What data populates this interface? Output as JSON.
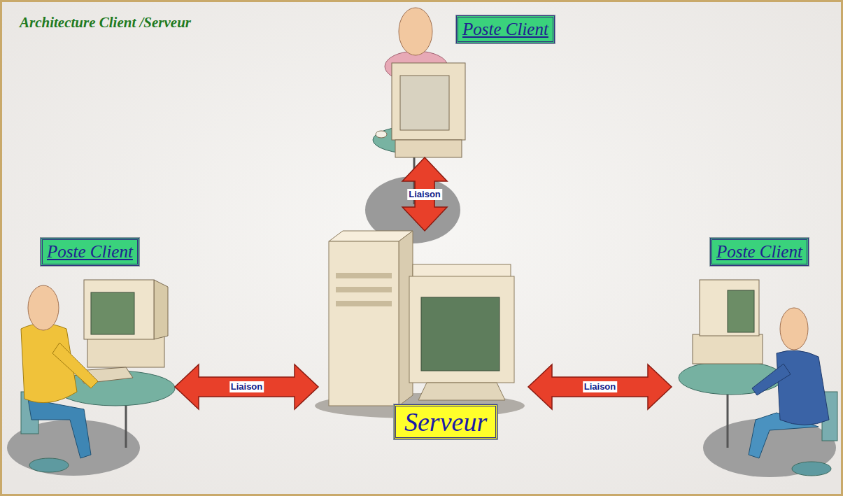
{
  "diagram": {
    "title": "Architecture Client /Serveur",
    "nodes": [
      {
        "text": [
          "Poste Client"
        ]
      },
      {
        "text": [
          "Poste Client"
        ]
      },
      {
        "text": [
          "Poste Client"
        ]
      },
      {
        "text": [
          "Serveur"
        ]
      }
    ],
    "edges": [
      {
        "from": 0,
        "to": 3,
        "label": "Liaison",
        "arrow": "both"
      },
      {
        "from": 1,
        "to": 3,
        "label": "Liaison",
        "arrow": "both"
      },
      {
        "from": 2,
        "to": 3,
        "label": "Liaison",
        "arrow": "both"
      }
    ]
  }
}
